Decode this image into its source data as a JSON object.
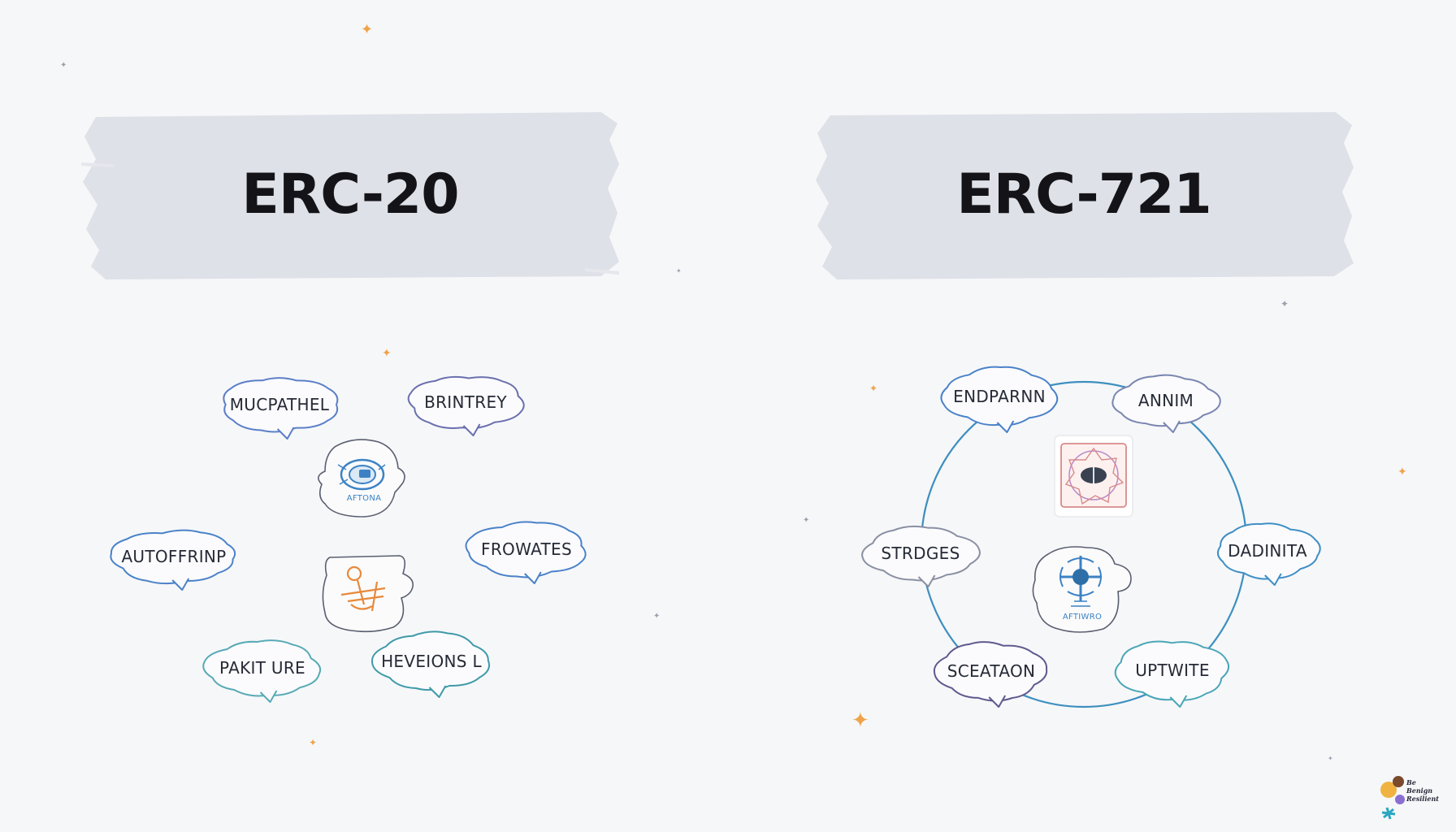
{
  "left_panel": {
    "title": "ERC-20",
    "bubbles": [
      {
        "label": "MUCPATHEL",
        "color": "#5b7fc7"
      },
      {
        "label": "BRINTREY",
        "color": "#6a6fae"
      },
      {
        "label": "AUTOFFRINP",
        "color": "#4a82c9"
      },
      {
        "label": "FROWATES",
        "color": "#4a82c9"
      },
      {
        "label": "PAKIT URE",
        "color": "#58aab5"
      },
      {
        "label": "HEVEIONS L",
        "color": "#3f9aa9"
      }
    ],
    "icons": [
      {
        "name": "token-icon",
        "caption": "AFTONA",
        "color": "#3b82c4"
      },
      {
        "name": "gear-token-icon",
        "caption": "",
        "color": "#e8893b"
      }
    ]
  },
  "right_panel": {
    "title": "ERC-721",
    "bubbles": [
      {
        "label": "ENDPARNN",
        "color": "#4a82c9"
      },
      {
        "label": "ANNIM",
        "color": "#7a86b0"
      },
      {
        "label": "STRDGES",
        "color": "#8a90a2"
      },
      {
        "label": "DADINITA",
        "color": "#3f8fc4"
      },
      {
        "label": "SCEATAON",
        "color": "#5e5a8e"
      },
      {
        "label": "UPTWITE",
        "color": "#4aa6b6"
      }
    ],
    "icons": [
      {
        "name": "nft-frame-icon",
        "caption": "",
        "color": "#d88a8a"
      },
      {
        "name": "nft-token-icon",
        "caption": "AFTIWRO",
        "color": "#3b82c4"
      }
    ],
    "ring_color": "#3d8fbf"
  },
  "colors": {
    "banner": "#dfe1e8",
    "sparkle_orange": "#efa34a",
    "sparkle_gray": "#9aa0ad"
  },
  "watermark": {
    "lines": [
      "Be",
      "Benign",
      "Resilient"
    ]
  }
}
